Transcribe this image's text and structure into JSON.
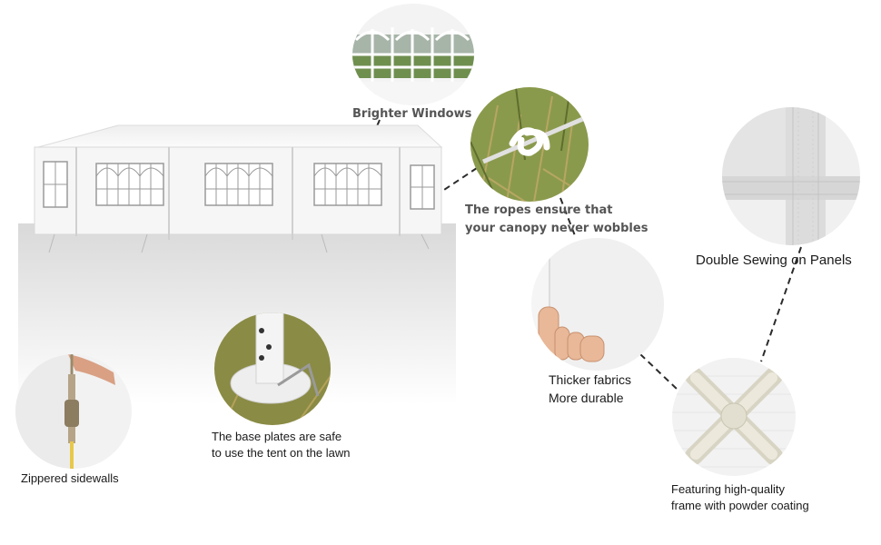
{
  "callouts": {
    "windows": "Brighter Windows",
    "ropes_line1": "The ropes ensure that",
    "ropes_line2": "your canopy never wobbles",
    "sewing": "Double Sewing on Panels",
    "fabric_line1": "Thicker fabrics",
    "fabric_line2": "More durable",
    "base_line1": "The base plates are safe",
    "base_line2": "to use the tent on the lawn",
    "zipper": "Zippered sidewalls",
    "frame_line1": "Featuring high-quality",
    "frame_line2": "frame with powder coating"
  },
  "images": {
    "tent": "white-party-tent-photo",
    "windows": "tent-window-closeup",
    "ropes": "rope-stake-closeup",
    "sewing": "double-sewn-panel-closeup",
    "fabric": "fabric-thickness-closeup",
    "base": "base-plate-on-lawn-closeup",
    "zipper": "zipper-sidewall-closeup",
    "frame": "frame-connector-closeup"
  },
  "colors": {
    "fabric_white": "#f4f4f4",
    "grass_green": "#8a9a4c",
    "dashed_line": "#2b2b2b",
    "label_gray": "#555555"
  }
}
